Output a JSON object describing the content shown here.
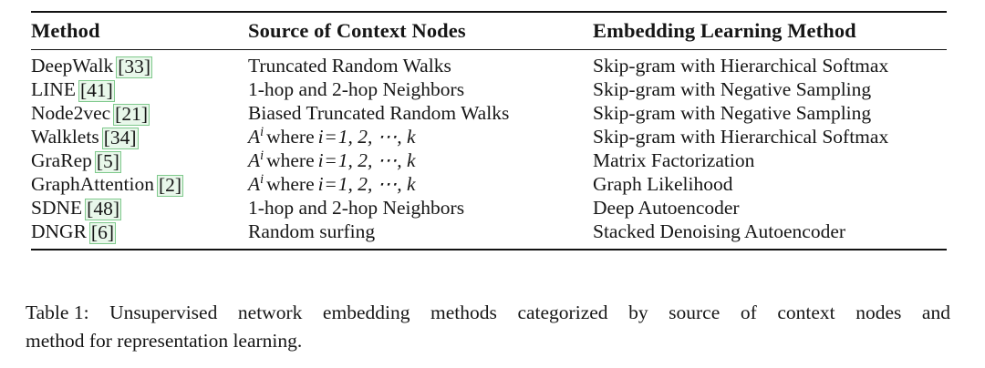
{
  "table": {
    "headers": [
      "Method",
      "Source of Context Nodes",
      "Embedding Learning Method"
    ],
    "rows": [
      {
        "method": "DeepWalk",
        "cite": "[33]",
        "source": "Truncated Random Walks",
        "source_is_math": false,
        "embedding": "Skip-gram with Hierarchical Softmax"
      },
      {
        "method": "LINE",
        "cite": "[41]",
        "source": "1-hop and 2-hop Neighbors",
        "source_is_math": false,
        "embedding": "Skip-gram with Negative Sampling"
      },
      {
        "method": "Node2vec",
        "cite": "[21]",
        "source": "Biased Truncated Random Walks",
        "source_is_math": false,
        "embedding": "Skip-gram with Negative Sampling"
      },
      {
        "method": "Walklets",
        "cite": "[34]",
        "source": "A^i where i = 1, 2, ⋯, k",
        "source_is_math": true,
        "embedding": "Skip-gram with Hierarchical Softmax"
      },
      {
        "method": "GraRep",
        "cite": "[5]",
        "source": "A^i where i = 1, 2, ⋯, k",
        "source_is_math": true,
        "embedding": "Matrix Factorization"
      },
      {
        "method": "GraphAttention",
        "cite": "[2]",
        "source": "A^i where i = 1, 2, ⋯, k",
        "source_is_math": true,
        "embedding": "Graph Likelihood"
      },
      {
        "method": "SDNE",
        "cite": "[48]",
        "source": "1-hop and 2-hop Neighbors",
        "source_is_math": false,
        "embedding": "Deep Autoencoder"
      },
      {
        "method": "DNGR",
        "cite": "[6]",
        "source": "Random surfing",
        "source_is_math": false,
        "embedding": "Stacked Denoising Autoencoder"
      }
    ],
    "math_cell": {
      "base": "A",
      "exponent": "i",
      "where": "where",
      "variable": "i",
      "equals": "=",
      "values": "1, 2, ⋯, k"
    }
  },
  "caption": {
    "label": "Table 1:",
    "line1_part1": "Unsupervised",
    "line1_part2": "network",
    "line1_part3": "embedding",
    "line1_part4": "methods",
    "line1_part5": "categorized",
    "line1_part6": "by",
    "line1_part7": "source",
    "line1_part8": "of",
    "line1_part9": "context",
    "line1_part10": "nodes",
    "line1_part11": "and",
    "line2": "method for representation learning.",
    "full": "Table 1: Unsupervised network embedding methods categorized by source of context nodes and method for representation learning."
  },
  "colors": {
    "text": "#161616",
    "rule": "#121212",
    "cite_border": "#7fc98c",
    "cite_fill": "#e8f7ea"
  }
}
